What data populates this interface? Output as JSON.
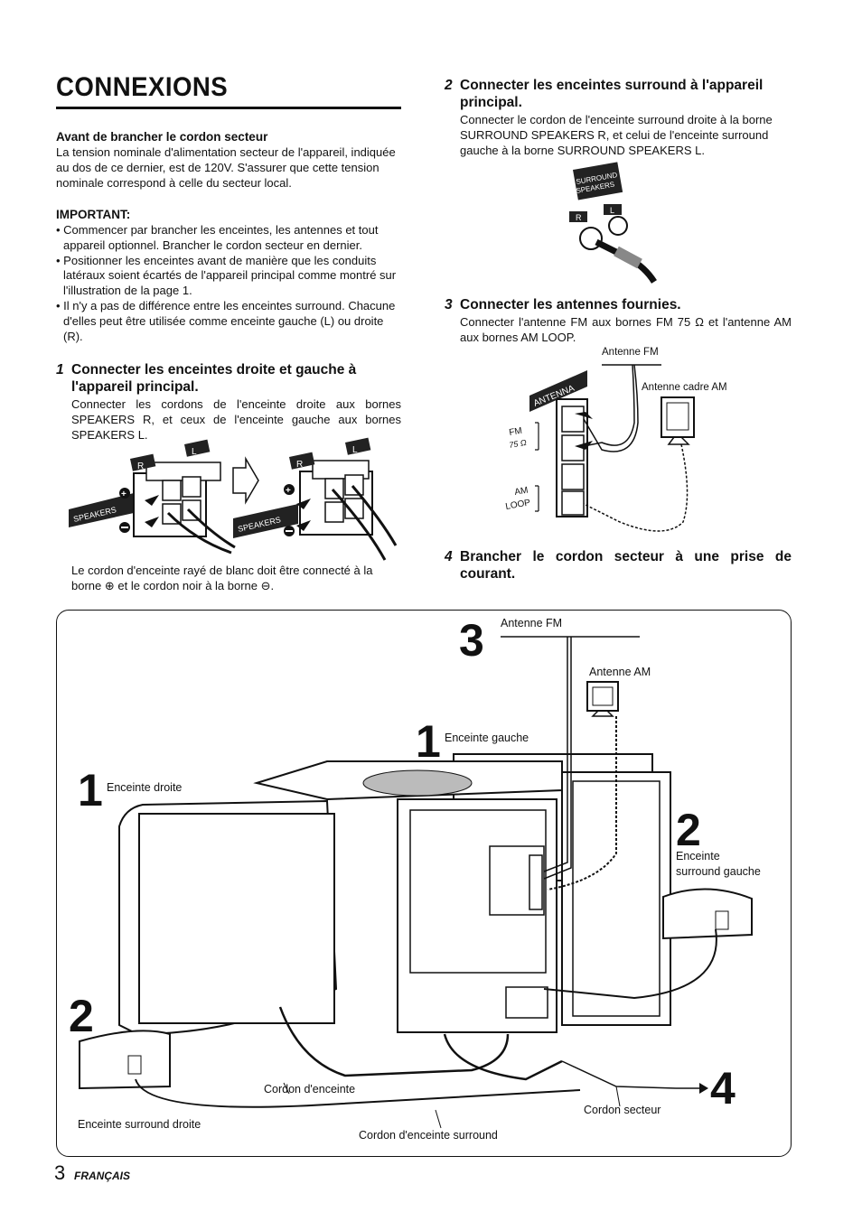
{
  "title": "CONNEXIONS",
  "before": {
    "heading": "Avant de brancher le cordon secteur",
    "text": "La tension nominale d'alimentation secteur de l'appareil, indiquée au dos de ce dernier, est de 120V. S'assurer que cette tension nominale correspond à celle du secteur local."
  },
  "important": {
    "heading": "IMPORTANT:",
    "items": [
      "• Commencer par brancher les enceintes, les antennes et tout appareil optionnel. Brancher le cordon secteur en dernier.",
      "• Positionner les enceintes avant de manière que les conduits latéraux soient écartés de l'appareil principal comme montré sur l'illustration de la page 1.",
      "• Il n'y a pas de différence entre les enceintes surround. Chacune d'elles peut être utilisée comme enceinte gauche (L) ou droite (R)."
    ]
  },
  "step1": {
    "num": "1",
    "heading": "Connecter les enceintes droite et gauche à l'appareil principal.",
    "text": "Connecter les cordons de l'enceinte droite aux bornes SPEAKERS R, et ceux de l'enceinte gauche aux bornes SPEAKERS L.",
    "note": "Le cordon d'enceinte rayé de blanc doit être connecté à la borne ⊕ et le cordon noir à la borne ⊖.",
    "fig_labels": {
      "r": "R",
      "l": "L",
      "speakers": "SPEAKERS"
    }
  },
  "step2": {
    "num": "2",
    "heading": "Connecter les enceintes surround à l'appareil principal.",
    "text": "Connecter le cordon de l'enceinte surround droite à la borne SURROUND SPEAKERS R, et celui de l'enceinte surround gauche à la borne SURROUND SPEAKERS L.",
    "fig_labels": {
      "surround": "SURROUND",
      "speakers": "SPEAKERS",
      "r": "R",
      "l": "L"
    }
  },
  "step3": {
    "num": "3",
    "heading": "Connecter les antennes fournies.",
    "text": "Connecter l'antenne FM aux bornes FM 75 Ω et l'antenne AM aux bornes AM LOOP.",
    "fig_labels": {
      "antenna": "ANTENNA",
      "fm": "FM",
      "ohm": "75 Ω",
      "am": "AM",
      "loop": "LOOP",
      "antenne_fm": "Antenne FM",
      "antenne_am": "Antenne cadre AM"
    }
  },
  "step4": {
    "num": "4",
    "heading": "Brancher le cordon secteur à une prise de courant."
  },
  "overview": {
    "n3": "3",
    "antenne_fm": "Antenne FM",
    "antenne_am": "Antenne AM",
    "n1a": "1",
    "enceinte_gauche": "Enceinte gauche",
    "n1b": "1",
    "enceinte_droite": "Enceinte droite",
    "n2a": "2",
    "surround_gauche_1": "Enceinte",
    "surround_gauche_2": "surround gauche",
    "n2b": "2",
    "cordon_enceinte": "Cordon d'enceinte",
    "n4": "4",
    "cordon_secteur": "Cordon secteur",
    "surround_droite": "Enceinte surround droite",
    "cordon_surround": "Cordon d'enceinte surround"
  },
  "footer": {
    "page": "3",
    "lang": "FRANÇAIS"
  }
}
